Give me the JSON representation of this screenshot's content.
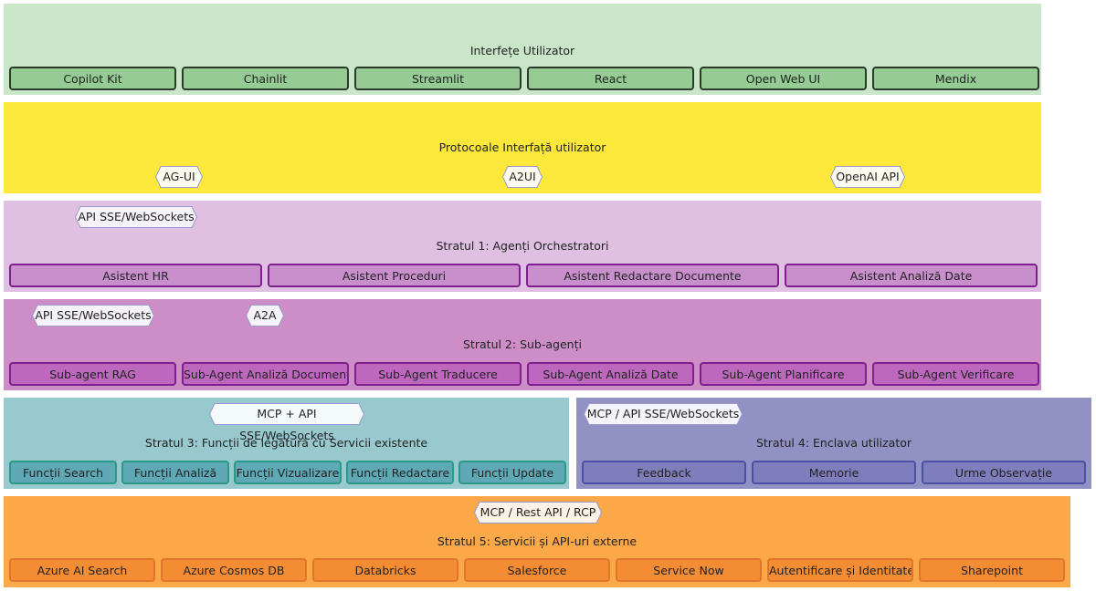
{
  "layers": [
    {
      "title": "Interfețe Utilizator",
      "boxes": [
        "Copilot Kit",
        "Chainlit",
        "Streamlit",
        "React",
        "Open Web UI",
        "Mendix"
      ]
    },
    {
      "title": "Protocoale Interfață utilizator",
      "tags": [
        "AG-UI",
        "A2UI",
        "OpenAI API"
      ]
    },
    {
      "title": "Stratul 1: Agenți Orchestratori",
      "tags": [
        "API SSE/WebSockets"
      ],
      "boxes": [
        "Asistent HR",
        "Asistent Proceduri",
        "Asistent Redactare Documente",
        "Asistent Analiză Date"
      ]
    },
    {
      "title": "Stratul 2: Sub-agenți",
      "tags": [
        "API SSE/WebSockets",
        "A2A"
      ],
      "boxes": [
        "Sub-agent RAG",
        "Sub-Agent Analiză Documente",
        "Sub-Agent Traducere",
        "Sub-Agent Analiză Date",
        "Sub-Agent Planificare",
        "Sub-Agent Verificare"
      ]
    },
    {
      "title": "Stratul 3: Funcții de legătură cu Servicii existente",
      "tags": [
        "MCP + API SSE/WebSockets"
      ],
      "boxes": [
        "Funcții Search",
        "Funcții Analiză",
        "Funcții Vizualizare",
        "Funcții Redactare",
        "Funcții Update"
      ]
    },
    {
      "title": "Stratul 4: Enclava utilizator",
      "tags": [
        "MCP / API SSE/WebSockets"
      ],
      "boxes": [
        "Feedback",
        "Memorie",
        "Urme Observație"
      ]
    },
    {
      "title": "Stratul 5: Servicii și API-uri externe",
      "tags": [
        "MCP / Rest API / RCP"
      ],
      "boxes": [
        "Azure AI Search",
        "Azure Cosmos DB",
        "Databricks",
        "Salesforce",
        "Service Now",
        "Autentificare și Identitate",
        "Sharepoint"
      ]
    }
  ]
}
